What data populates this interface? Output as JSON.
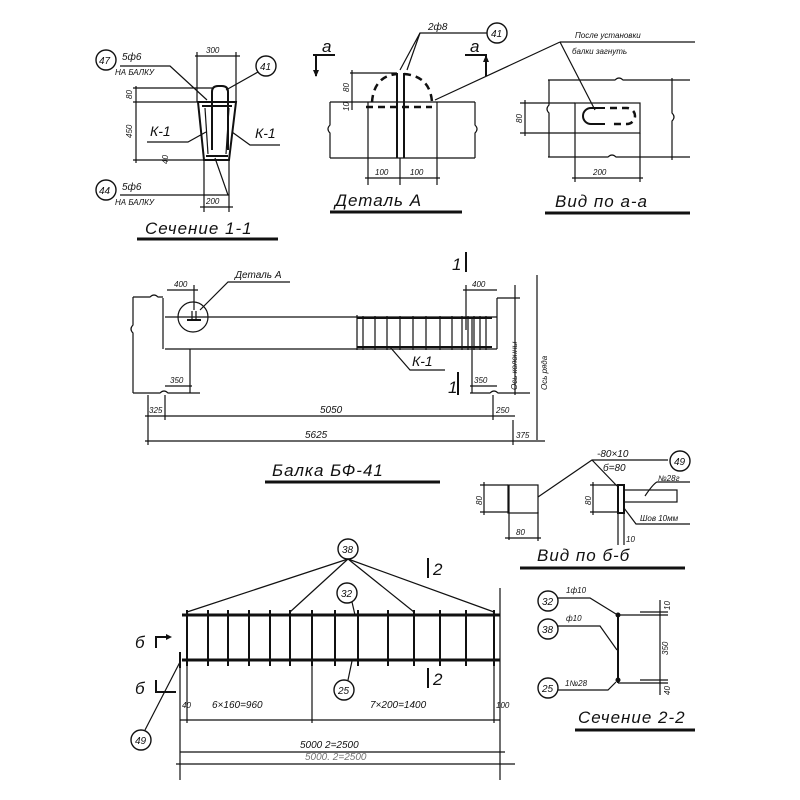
{
  "section_1_1": {
    "title": "Сечение 1-1",
    "mark_47": "47",
    "mark_47_spec": "5ф6",
    "mark_47_note": "НА БАЛКУ",
    "mark_41": "41",
    "mark_44": "44",
    "mark_44_spec": "5ф6",
    "mark_44_note": "НА БАЛКУ",
    "k1_left": "К-1",
    "k1_right": "К-1",
    "dim_top": "300",
    "dim_bottom": "200",
    "dim_80": "80",
    "dim_450": "450",
    "dim_40": "40"
  },
  "detail_a": {
    "title": "Деталь А",
    "rebar_spec": "2ф8",
    "mark_41": "41",
    "cut_left": "а",
    "cut_right": "а",
    "dim_80": "80",
    "dim_10": "10",
    "dim_100_left": "100",
    "dim_100_right": "100",
    "note_line1": "После установки",
    "note_line2": "балки загнуть"
  },
  "view_a_a": {
    "title": "Вид по а-а",
    "dim_80": "80",
    "dim_200": "200"
  },
  "beam": {
    "title": "Балка БФ-41",
    "detail_label": "Деталь А",
    "k1": "К-1",
    "dim_400_left": "400",
    "dim_400_right": "400",
    "dim_350_left": "350",
    "dim_350_right": "350",
    "dim_325": "325",
    "dim_5050": "5050",
    "dim_250": "250",
    "dim_5625": "5625",
    "dim_375": "375",
    "axis_column": "Ось колонны",
    "axis_row": "Ось ряда",
    "section_mark_top": "1",
    "section_mark_bottom": "1"
  },
  "view_b_b": {
    "title": "Вид по б-б",
    "plate_spec": "-80×10",
    "plate_len": "б=80",
    "mark_49": "49",
    "channel": "№28г",
    "weld": "Шов 10мм",
    "dim_80_left_v": "80",
    "dim_80_left_h": "80",
    "dim_80_right": "80",
    "dim_10": "10"
  },
  "cage": {
    "mark_38": "38",
    "mark_32": "32",
    "mark_25": "25",
    "mark_49": "49",
    "section_2_top": "2",
    "section_2_bottom": "2",
    "cut_b_top": "б",
    "cut_b_bottom": "б",
    "dim_40": "40",
    "dim_960": "6×160=960",
    "dim_1400": "7×200=1400",
    "dim_100": "100",
    "dim_total": "5000 2=2500",
    "dim_total_dup": "5000. 2=2500"
  },
  "section_2_2": {
    "title": "Сечение 2-2",
    "mark_32": "32",
    "spec_32": "1ф10",
    "mark_38": "38",
    "spec_38": "ф10",
    "mark_25": "25",
    "spec_25": "1№28",
    "dim_10": "10",
    "dim_350": "350",
    "dim_40": "40"
  }
}
